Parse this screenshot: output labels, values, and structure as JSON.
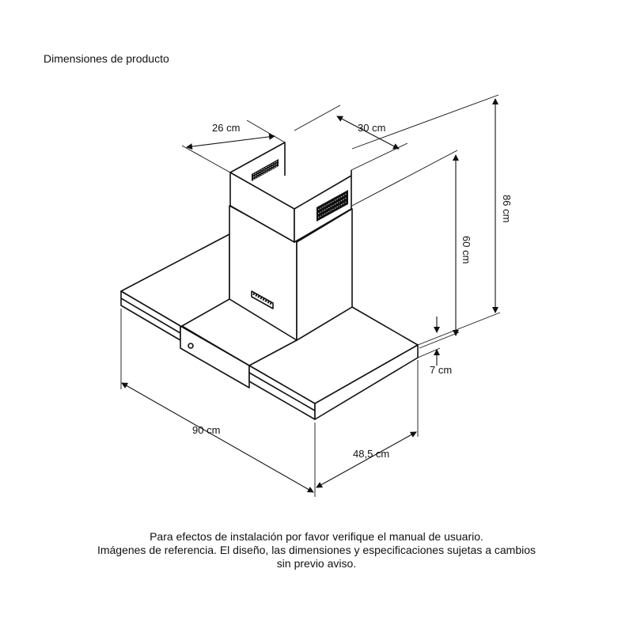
{
  "title": "Dimensiones de producto",
  "dimensions": {
    "chimney_depth": "26 cm",
    "chimney_width": "30 cm",
    "total_height": "86 cm",
    "hood_height": "60 cm",
    "canopy_thickness": "7 cm",
    "hood_width": "90 cm",
    "hood_depth": "48,5 cm"
  },
  "note": {
    "line1": "Para efectos de instalación por favor verifique el manual de usuario.",
    "line2": "Imágenes de referencia. El diseño, las dimensiones y especificaciones sujetas a cambios",
    "line3": "sin previo aviso."
  }
}
